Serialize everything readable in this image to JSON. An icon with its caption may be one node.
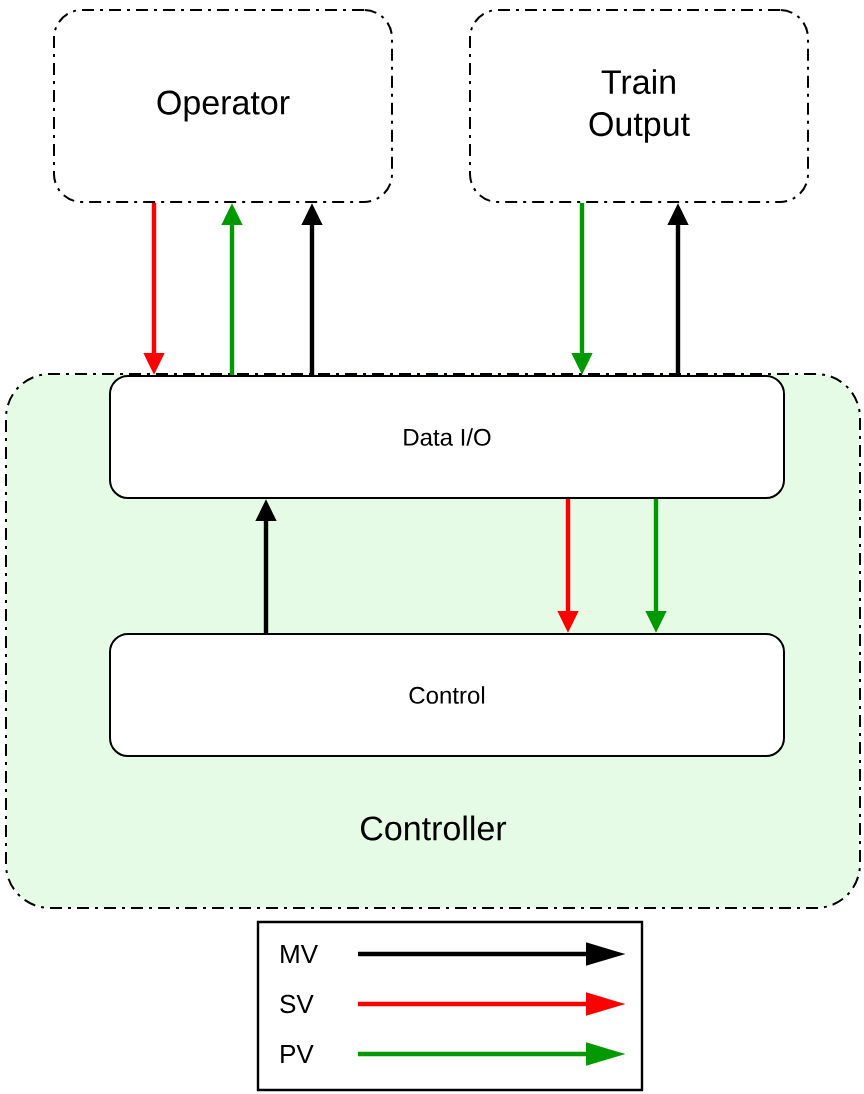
{
  "diagram": {
    "nodes": [
      {
        "text": [
          "Operator"
        ]
      },
      {
        "text": [
          "Train Output"
        ]
      },
      {
        "text": [
          "Controller"
        ]
      },
      {
        "text": [
          "Data I/O"
        ],
        "in": 2
      },
      {
        "text": [
          "Control"
        ],
        "in": 2
      }
    ],
    "edges": [
      {
        "from": 0,
        "to": 3,
        "arrow": "to",
        "color": "#ff0000"
      },
      {
        "from": 3,
        "to": 0,
        "arrow": "to",
        "color": "#009900"
      },
      {
        "from": 3,
        "to": 0,
        "arrow": "to",
        "color": "#000000"
      },
      {
        "from": 1,
        "to": 3,
        "arrow": "to",
        "color": "#009900"
      },
      {
        "from": 3,
        "to": 1,
        "arrow": "to",
        "color": "#000000"
      },
      {
        "from": 4,
        "to": 3,
        "arrow": "to",
        "color": "#000000"
      },
      {
        "from": 3,
        "to": 4,
        "arrow": "to",
        "color": "#ff0000"
      },
      {
        "from": 3,
        "to": 4,
        "arrow": "to",
        "color": "#009900"
      }
    ],
    "legend": [
      {
        "text": "MV",
        "color": "#000000"
      },
      {
        "text": "SV",
        "color": "#ff0000"
      },
      {
        "text": "PV",
        "color": "#009900"
      }
    ]
  }
}
